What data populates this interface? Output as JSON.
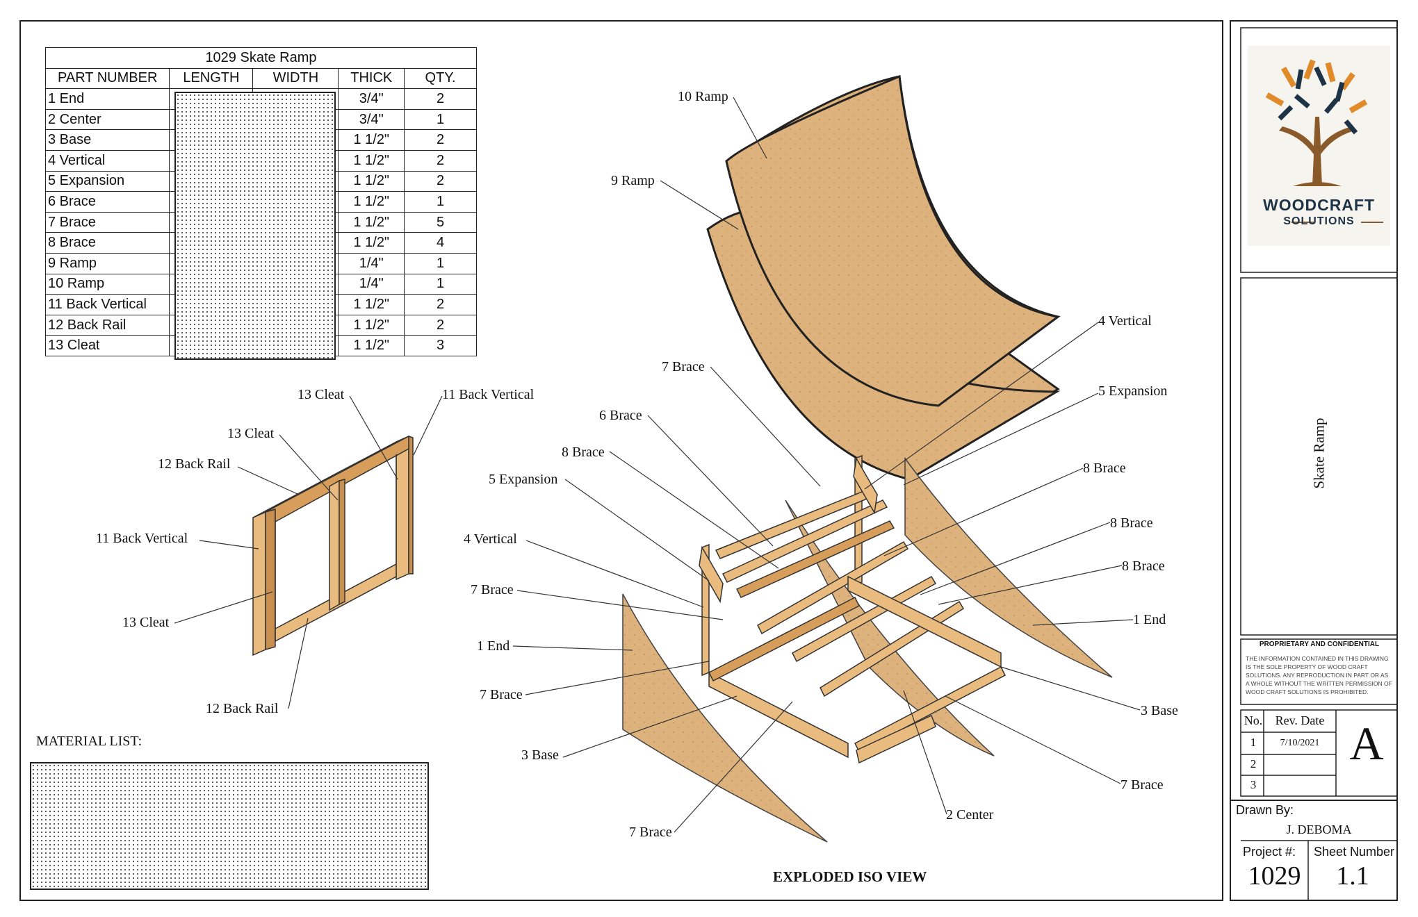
{
  "parts_table": {
    "title": "1029 Skate Ramp",
    "headers": [
      "PART NUMBER",
      "LENGTH",
      "WIDTH",
      "THICK",
      "QTY."
    ],
    "rows": [
      {
        "part": "1 End",
        "thick": "3/4\"",
        "qty": "2"
      },
      {
        "part": "2 Center",
        "thick": "3/4\"",
        "qty": "1"
      },
      {
        "part": "3 Base",
        "thick": "1 1/2\"",
        "qty": "2"
      },
      {
        "part": "4 Vertical",
        "thick": "1 1/2\"",
        "qty": "2"
      },
      {
        "part": "5 Expansion",
        "thick": "1 1/2\"",
        "qty": "2"
      },
      {
        "part": "6 Brace",
        "thick": "1 1/2\"",
        "qty": "1"
      },
      {
        "part": "7 Brace",
        "thick": "1 1/2\"",
        "qty": "5"
      },
      {
        "part": "8 Brace",
        "thick": "1 1/2\"",
        "qty": "4"
      },
      {
        "part": "9 Ramp",
        "thick": "1/4\"",
        "qty": "1"
      },
      {
        "part": "10 Ramp",
        "thick": "1/4\"",
        "qty": "1"
      },
      {
        "part": "11 Back Vertical",
        "thick": "1 1/2\"",
        "qty": "2"
      },
      {
        "part": "12 Back Rail",
        "thick": "1 1/2\"",
        "qty": "2"
      },
      {
        "part": "13 Cleat",
        "thick": "1 1/2\"",
        "qty": "3"
      }
    ]
  },
  "material_list_label": "MATERIAL LIST:",
  "view_title": "EXPLODED ISO VIEW",
  "back_frame_callouts": {
    "cleat_top": "13 Cleat",
    "back_vertical_top": "11 Back Vertical",
    "cleat_mid": "13 Cleat",
    "back_rail_top": "12 Back Rail",
    "back_vertical_left": "11 Back Vertical",
    "cleat_bottom": "13 Cleat",
    "back_rail_bottom": "12 Back Rail"
  },
  "iso_callouts": {
    "ramp_10": "10 Ramp",
    "ramp_9": "9 Ramp",
    "vertical_right": "4 Vertical",
    "brace_7_top": "7 Brace",
    "expansion_right": "5 Expansion",
    "brace_6": "6 Brace",
    "brace_8_left": "8 Brace",
    "brace_8_right_a": "8 Brace",
    "expansion_left": "5 Expansion",
    "brace_8_right_b": "8 Brace",
    "vertical_left": "4 Vertical",
    "brace_8_right_c": "8 Brace",
    "brace_7_left": "7 Brace",
    "end_right": "1 End",
    "end_left": "1 End",
    "base_right": "3 Base",
    "brace_7_low": "7 Brace",
    "base_left": "3 Base",
    "brace_7_right": "7 Brace",
    "center": "2 Center",
    "brace_7_bottom": "7 Brace"
  },
  "title_block": {
    "logo_line1": "WOODCRAFT",
    "logo_line2": "SOLUTIONS",
    "sheet_title": "Skate Ramp",
    "proprietary_heading": "PROPRIETARY AND CONFIDENTIAL",
    "proprietary_text": "THE INFORMATION CONTAINED IN THIS DRAWING IS THE SOLE PROPERTY OF WOOD CRAFT SOLUTIONS. ANY REPRODUCTION IN PART OR AS A WHOLE WITHOUT THE WRITTEN PERMISSION OF WOOD CRAFT SOLUTIONS IS PROHIBITED.",
    "rev_header_no": "No.",
    "rev_header_date": "Rev. Date",
    "revisions": [
      {
        "no": "1",
        "date": "7/10/2021"
      },
      {
        "no": "2",
        "date": ""
      },
      {
        "no": "3",
        "date": ""
      }
    ],
    "rev_letter": "A",
    "drawn_by_label": "Drawn By:",
    "drawn_by": "J. DEBOMA",
    "project_label": "Project #:",
    "project_number": "1029",
    "sheet_label": "Sheet Number",
    "sheet_number": "1.1"
  },
  "colors": {
    "wood": "#e8b879",
    "wood_dark": "#c98f4e",
    "plywood": "#dcb27a",
    "logo_orange": "#e08a2a",
    "logo_brown": "#8a5a2b",
    "logo_navy": "#1f3347"
  }
}
